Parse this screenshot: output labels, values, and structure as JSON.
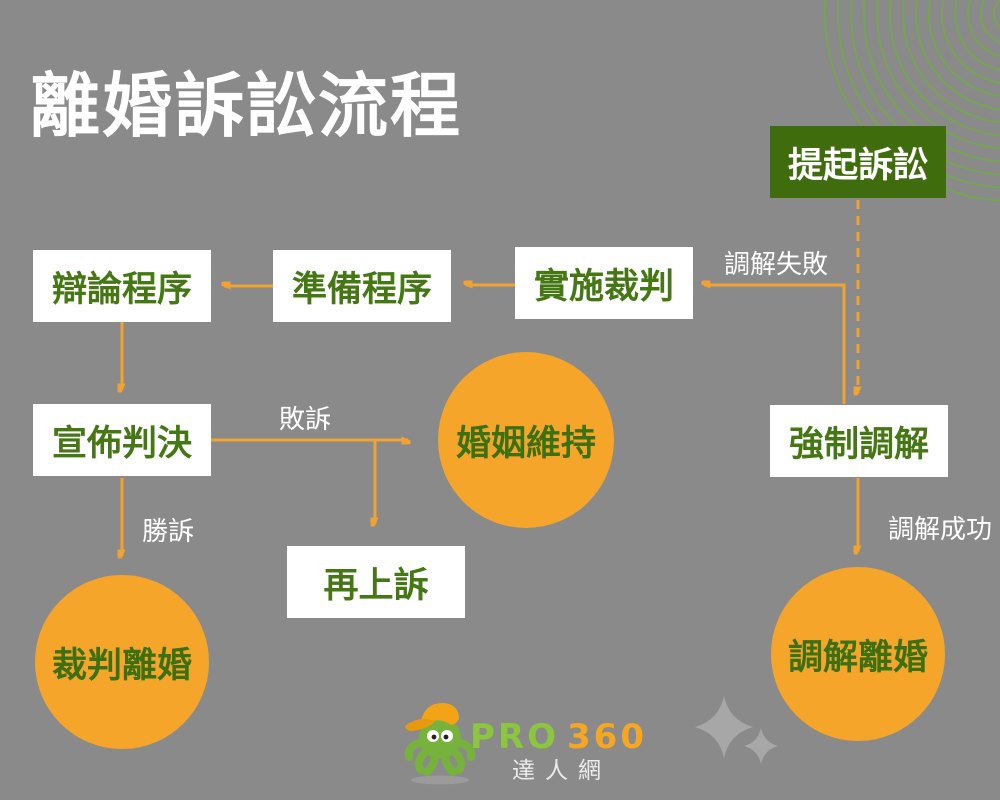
{
  "title": "離婚訴訟流程",
  "flow": {
    "nodes": {
      "file_lawsuit": {
        "label": "提起訴訟",
        "type": "green-box"
      },
      "debate": {
        "label": "辯論程序",
        "type": "white-box"
      },
      "preparation": {
        "label": "準備程序",
        "type": "white-box"
      },
      "trial": {
        "label": "實施裁判",
        "type": "white-box"
      },
      "judgment": {
        "label": "宣佈判決",
        "type": "white-box"
      },
      "forced_mediation": {
        "label": "強制調解",
        "type": "white-box"
      },
      "appeal": {
        "label": "再上訴",
        "type": "white-box"
      },
      "marriage_maintained": {
        "label": "婚姻維持",
        "type": "orange-circle"
      },
      "judged_divorce": {
        "label": "裁判離婚",
        "type": "orange-circle"
      },
      "mediated_divorce": {
        "label": "調解離婚",
        "type": "orange-circle"
      }
    },
    "edges": [
      {
        "from": "file_lawsuit",
        "to": "forced_mediation",
        "style": "dashed",
        "label": ""
      },
      {
        "from": "forced_mediation",
        "to": "trial",
        "style": "solid",
        "label": "調解失敗"
      },
      {
        "from": "trial",
        "to": "preparation",
        "style": "solid",
        "label": ""
      },
      {
        "from": "preparation",
        "to": "debate",
        "style": "solid",
        "label": ""
      },
      {
        "from": "debate",
        "to": "judgment",
        "style": "solid",
        "label": ""
      },
      {
        "from": "judgment",
        "to": "judged_divorce",
        "style": "solid",
        "label": "勝訴"
      },
      {
        "from": "judgment",
        "to": "marriage_maintained",
        "style": "solid",
        "label": "敗訴"
      },
      {
        "from": "judgment",
        "to": "appeal",
        "style": "solid",
        "label": "敗訴"
      },
      {
        "from": "forced_mediation",
        "to": "mediated_divorce",
        "style": "solid",
        "label": "調解成功"
      }
    ],
    "edge_labels": {
      "mediation_failed": "調解失敗",
      "lose_case": "敗訴",
      "win_case": "勝訴",
      "mediation_success": "調解成功"
    }
  },
  "logo": {
    "pro": "PRO",
    "n360": "360",
    "sub": "達人網"
  },
  "colors": {
    "background": "#8a8a8a",
    "arrow_orange": "#f0a232",
    "circle_orange": "#f5a62a",
    "node_text_green": "#457815",
    "green_box": "#3f6c0d",
    "ring_green": "#6fae3e",
    "brand_green": "#8cc63f",
    "brand_orange": "#f5a623",
    "white": "#ffffff"
  }
}
